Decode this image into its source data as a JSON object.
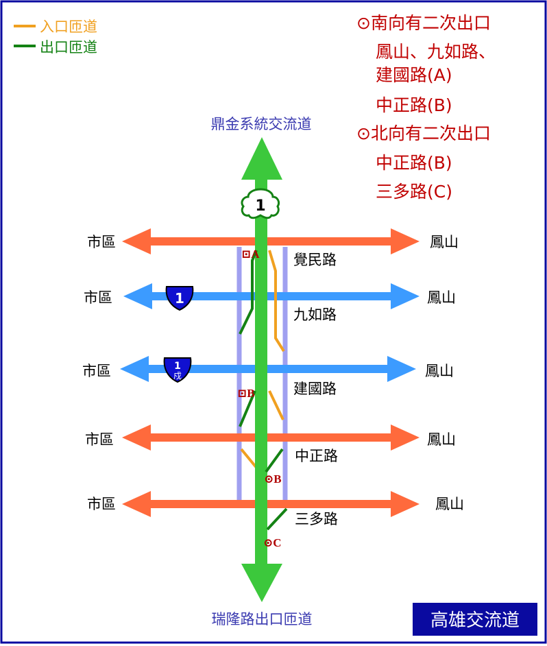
{
  "legend": {
    "entrance_label": "入口匝道",
    "exit_label": "出口匝道",
    "entrance_color": "#f0a020",
    "exit_color": "#148214"
  },
  "notes": {
    "south_heading": "⊙南向有二次出口",
    "south_lines": [
      "鳳山、九如路、",
      "建國路(A)",
      "中正路(B)"
    ],
    "north_heading": "⊙北向有二次出口",
    "north_lines": [
      "中正路(B)",
      "三多路(C)"
    ]
  },
  "highway": {
    "north_end": "鼎金系統交流道",
    "south_end": "瑞隆路出口匝道",
    "shield": "1",
    "color": "#3cc83c"
  },
  "cross_roads": [
    {
      "west": "市區",
      "east": "鳳山",
      "name": "覺民路",
      "color": "#ff6a3c"
    },
    {
      "west": "市區",
      "east": "鳳山",
      "name": "九如路",
      "color": "#3c9bff",
      "shield": "1"
    },
    {
      "west": "市區",
      "east": "鳳山",
      "name": "建國路",
      "color": "#3c9bff",
      "shield": "1",
      "shield_sub": "戍"
    },
    {
      "west": "市區",
      "east": "鳳山",
      "name": "中正路",
      "color": "#ff6a3c"
    },
    {
      "west": "市區",
      "east": "鳳山",
      "name": "三多路",
      "color": "#ff6a3c"
    }
  ],
  "markers": {
    "a": "⊡A",
    "b_south": "⊡B",
    "b_north": "⊙B",
    "c": "⊙C"
  },
  "title": "高雄交流道",
  "colors": {
    "frame": "#0a0aa0",
    "title_bg": "#0a0aa0",
    "collector": "#a0a0f0",
    "note_text": "#c00000",
    "end_text": "#3a3ab0",
    "marker_text": "#b00000",
    "shield_blue": "#1010d0"
  }
}
